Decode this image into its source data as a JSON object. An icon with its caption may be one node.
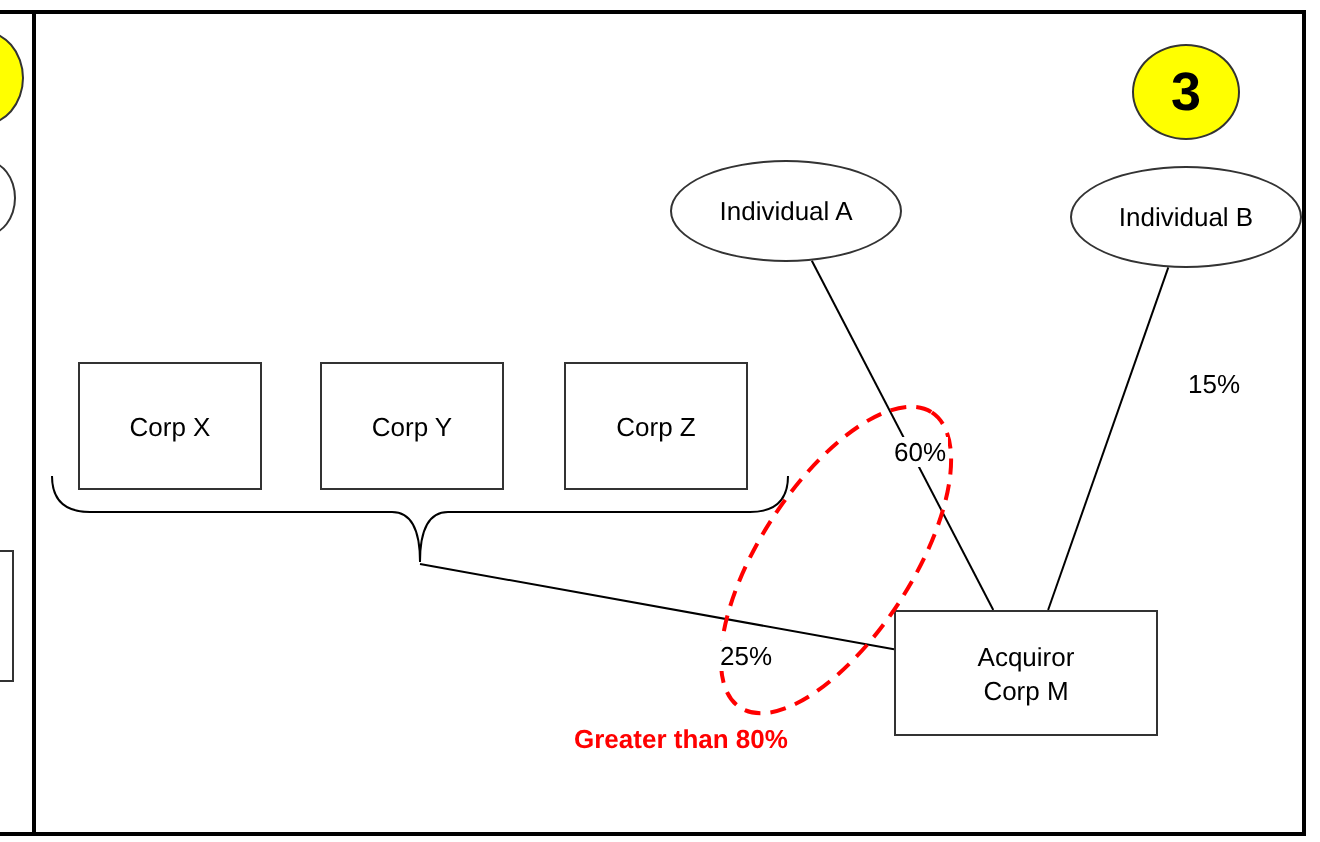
{
  "diagram": {
    "nodes": [
      {
        "text": [],
        "shape": "circle"
      },
      {
        "text": [],
        "shape": "ellipse"
      },
      {
        "text": [],
        "shape": "box"
      },
      {
        "text": [
          "3"
        ]
      },
      {
        "text": [
          "Individual A"
        ]
      },
      {
        "text": [
          "Individual B"
        ]
      },
      {
        "text": [
          "Corp X"
        ]
      },
      {
        "text": [
          "Corp Y"
        ]
      },
      {
        "text": [
          "Corp Z"
        ]
      },
      {
        "text": [],
        "shape": "brace"
      },
      {
        "text": [
          "Acquiror Corp M"
        ]
      }
    ],
    "edges": [
      {
        "from": 4,
        "to": 10,
        "arrow": "none",
        "label": "60%"
      },
      {
        "from": 5,
        "to": 10,
        "arrow": "none",
        "label": "15%"
      },
      {
        "from": 9,
        "to": 10,
        "arrow": "none",
        "label": "25%"
      }
    ],
    "labels": [
      "Greater than 80%"
    ]
  }
}
